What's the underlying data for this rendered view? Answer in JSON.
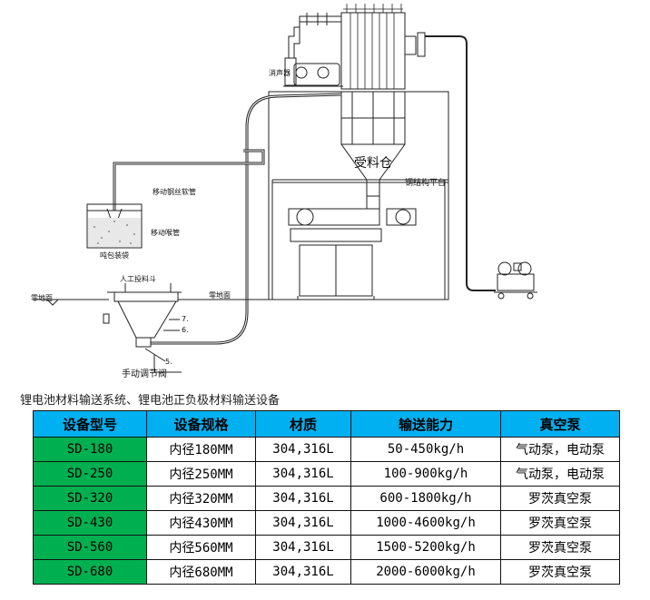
{
  "diagram": {
    "labels": {
      "silencer": "消声器",
      "receiving_bin": "受料仓",
      "steel_platform": "钢结构平台",
      "mobile_pipe": "移动钢丝软管",
      "mobile_hopper": "移动喉管",
      "bulk_bag": "吨包装袋",
      "manual_hopper": "人工投料斗",
      "ground_level_left": "零地面",
      "ground_level_right": "零地面",
      "manual_valve": "手动调节阀",
      "callout_5": "5.",
      "callout_6": "6.",
      "callout_7": "7."
    }
  },
  "caption": "锂电池材料输送系统、锂电池正负极材料输送设备",
  "table": {
    "headers": [
      "设备型号",
      "设备规格",
      "材质",
      "输送能力",
      "真空泵"
    ],
    "rows": [
      [
        "SD-180",
        "内径180MM",
        "304,316L",
        "50-450kg/h",
        "气动泵，电动泵"
      ],
      [
        "SD-250",
        "内径250MM",
        "304,316L",
        "100-900kg/h",
        "气动泵，电动泵"
      ],
      [
        "SD-320",
        "内径320MM",
        "304,316L",
        "600-1800kg/h",
        "罗茨真空泵"
      ],
      [
        "SD-430",
        "内径430MM",
        "304,316L",
        "1000-4600kg/h",
        "罗茨真空泵"
      ],
      [
        "SD-560",
        "内径560MM",
        "304,316L",
        "1500-5200kg/h",
        "罗茨真空泵"
      ],
      [
        "SD-680",
        "内径680MM",
        "304,316L",
        "2000-6000kg/h",
        "罗茨真空泵"
      ]
    ]
  },
  "colors": {
    "header_bg": "#00b0f0",
    "model_bg": "#00b050"
  }
}
